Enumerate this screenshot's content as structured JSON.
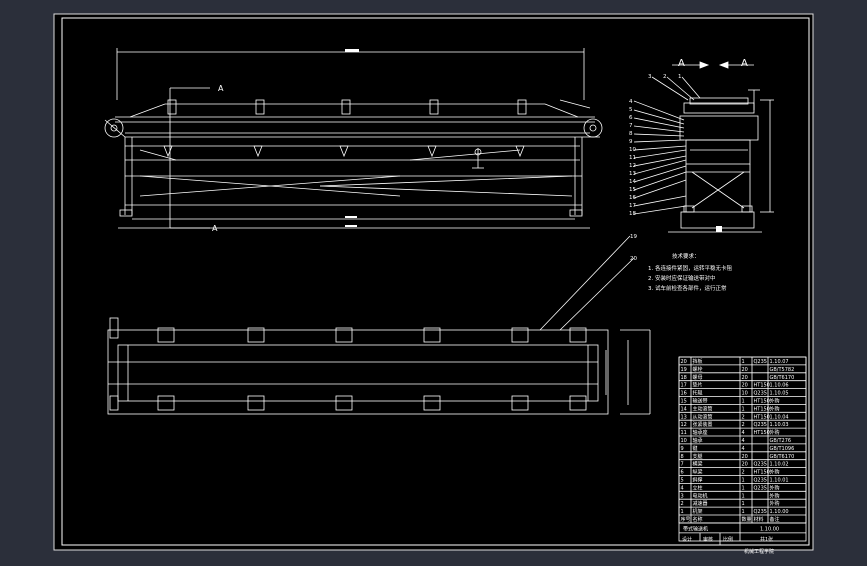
{
  "canvas": {
    "background": "#2b2f3a",
    "sheet": "#000000",
    "line": "#ffffff"
  },
  "section_marks": {
    "left_top": "A",
    "left_bottom": "A",
    "right_left": "A",
    "right_right": "A"
  },
  "leaders_top_right": [
    "3",
    "2",
    "1",
    "4",
    "5",
    "6",
    "7",
    "8",
    "9",
    "10",
    "11",
    "12",
    "13",
    "14",
    "15",
    "16",
    "17",
    "18"
  ],
  "leaders_mid": [
    "19",
    "20"
  ],
  "notes": {
    "title": "技术要求：",
    "lines": [
      "1. 各连接件紧固，运转平稳无卡阻",
      "2. 安装时应保证输送带对中",
      "3. 试车前检查各部件，运行正常"
    ]
  },
  "bom": {
    "rows": [
      [
        "20",
        "挡板",
        "1",
        "Q235",
        "1.10.07"
      ],
      [
        "19",
        "螺栓",
        "20",
        "",
        "GB/T5782"
      ],
      [
        "18",
        "螺母",
        "20",
        "",
        "GB/T6170"
      ],
      [
        "17",
        "垫片",
        "20",
        "HT150",
        "1.10.06"
      ],
      [
        "16",
        "托辊",
        "10",
        "Q235",
        "1.10.05"
      ],
      [
        "15",
        "输送带",
        "1",
        "HT150",
        "外购"
      ],
      [
        "14",
        "主动滚筒",
        "1",
        "HT150",
        "外购"
      ],
      [
        "13",
        "从动滚筒",
        "2",
        "HT150",
        "1.10.04"
      ],
      [
        "12",
        "张紧装置",
        "2",
        "Q235",
        "1.10.03"
      ],
      [
        "11",
        "轴承座",
        "4",
        "HT150",
        "外购"
      ],
      [
        "10",
        "轴承",
        "4",
        "",
        "GB/T276"
      ],
      [
        "9",
        "键",
        "4",
        "",
        "GB/T1096"
      ],
      [
        "8",
        "支腿",
        "20",
        "",
        "GB/T6170"
      ],
      [
        "7",
        "横梁",
        "20",
        "Q235",
        "1.10.02"
      ],
      [
        "6",
        "纵梁",
        "2",
        "HT150",
        "外购"
      ],
      [
        "5",
        "斜撑",
        "1",
        "Q235",
        "1.10.01"
      ],
      [
        "4",
        "立柱",
        "1",
        "Q235",
        "外购"
      ],
      [
        "3",
        "电动机",
        "1",
        "",
        "外购"
      ],
      [
        "2",
        "减速器",
        "1",
        "",
        "外购"
      ],
      [
        "1",
        "机架",
        "1",
        "Q235",
        "1.10.00"
      ]
    ],
    "header": [
      "序号",
      "名称",
      "数量",
      "材料",
      "备注"
    ],
    "title_block": {
      "drawing_name": "带式输送机",
      "drawing_no": "1.10.00",
      "designer": "设计",
      "checker": "审核",
      "scale": "比例",
      "sheet": "共1张",
      "school": "机械工程学院"
    }
  }
}
